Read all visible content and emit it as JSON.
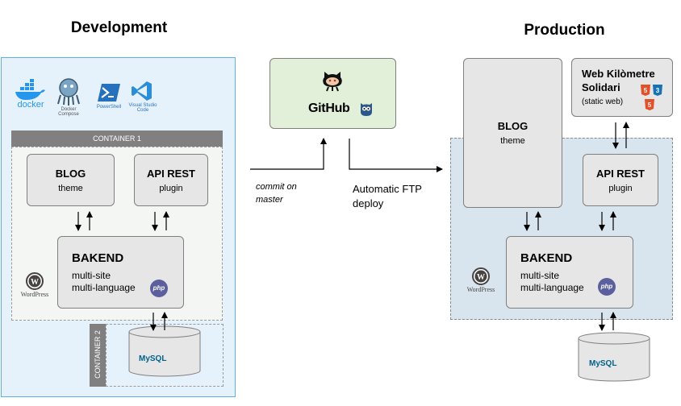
{
  "dev": {
    "title": "Development",
    "icons": {
      "docker": "docker",
      "compose": "Docker",
      "compose2": "Compose",
      "powershell": "PowerShell",
      "vscode": "Visual Studio",
      "vscode2": "Code"
    },
    "container1": "CONTAINER 1",
    "container2": "CONTAINER 2",
    "blog": {
      "title": "BLOG",
      "sub": "theme"
    },
    "api": {
      "title": "API REST",
      "sub": "plugin"
    },
    "backend": {
      "title": "BAKEND",
      "line1": "multi-site",
      "line2": "multi-language",
      "php": "php"
    },
    "wordpress": "WordPress",
    "mysql": "MySQL"
  },
  "github": {
    "name": "GitHub"
  },
  "commit": {
    "line1": "commit on",
    "line2": "master"
  },
  "deploy": {
    "line1": "Automatic FTP",
    "line2": "deploy"
  },
  "prod": {
    "title": "Production",
    "web": {
      "line1": "Web Kilòmetre",
      "line2": "Solidari",
      "sub": "(static web)"
    },
    "blog": {
      "title": "BLOG",
      "sub": "theme"
    },
    "api": {
      "title": "API REST",
      "sub": "plugin"
    },
    "backend": {
      "title": "BAKEND",
      "line1": "multi-site",
      "line2": "multi-language",
      "php": "php"
    },
    "wordpress": "WordPress",
    "mysql": "MySQL"
  },
  "colors": {
    "dev_bg": "#e6f2fb",
    "dev_border": "#5fb0dc",
    "prod_bg": "#d9e5ee",
    "github_bg": "#e2f0d9",
    "container_bar": "#808080"
  }
}
